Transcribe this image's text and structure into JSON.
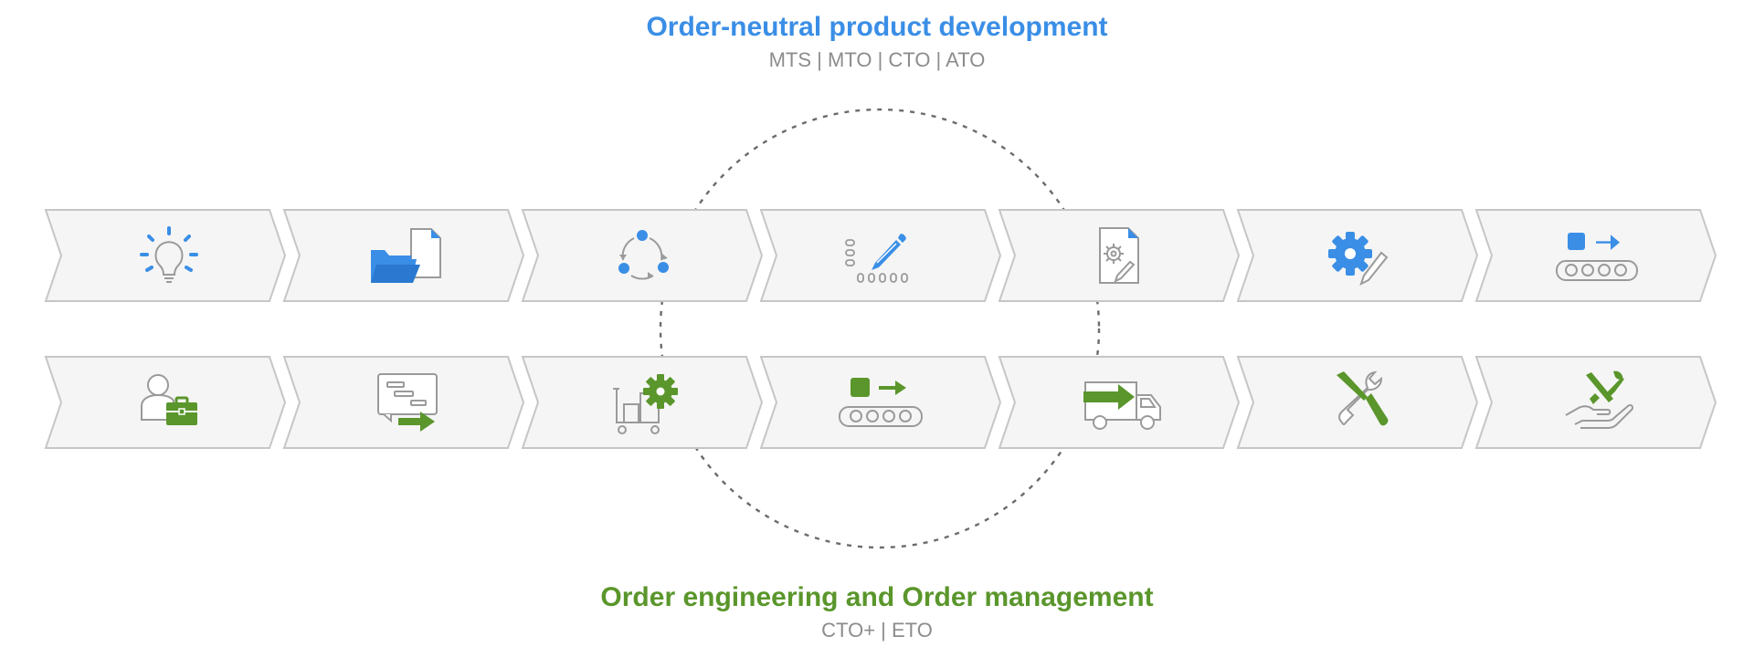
{
  "top": {
    "title": "Order-neutral product development",
    "subtitle": "MTS | MTO | CTO | ATO"
  },
  "bottom": {
    "title": "Order engineering and Order management",
    "subtitle": "CTO+ | ETO"
  },
  "colors": {
    "blue": "#3a8ee6",
    "green": "#5a962b",
    "gray": "#9a9a9a",
    "chevron_fill": "#f5f5f5",
    "chevron_stroke": "#c6c6c6"
  },
  "rows": [
    {
      "name": "development-row",
      "icons": [
        "lightbulb-icon",
        "folder-document-icon",
        "cycle-icon",
        "checklist-edit-icon",
        "document-settings-icon",
        "gear-pencil-icon",
        "conveyor-icon"
      ]
    },
    {
      "name": "order-row",
      "icons": [
        "person-briefcase-icon",
        "presentation-arrow-icon",
        "cart-gear-icon",
        "conveyor-icon",
        "delivery-truck-icon",
        "tools-icon",
        "service-hand-icon"
      ]
    }
  ]
}
